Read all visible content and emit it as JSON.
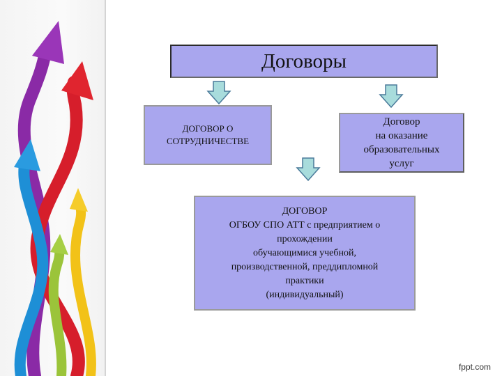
{
  "diagram": {
    "title": "Договоры",
    "left_box": [
      "ДОГОВОР О",
      "СОТРУДНИЧЕСТВЕ"
    ],
    "right_box": [
      "Договор",
      "на оказание",
      "образовательных",
      "услуг"
    ],
    "bottom_box": [
      "ДОГОВОР",
      "ОГБОУ СПО АТТ с предприятием о",
      "прохождении",
      "обучающимися учебной,",
      "производственной, преддипломной",
      "практики",
      "(индивидуальный)"
    ]
  },
  "watermark": "fppt.com",
  "colors": {
    "box_fill": "#a9a6ee",
    "arrow_fill": "#a8dcdc",
    "ribbon_purple": "#8a2aa6",
    "ribbon_red": "#d61e2b",
    "ribbon_blue": "#1e8fd6",
    "ribbon_yellow": "#f2c218",
    "ribbon_green": "#9bc43a"
  }
}
